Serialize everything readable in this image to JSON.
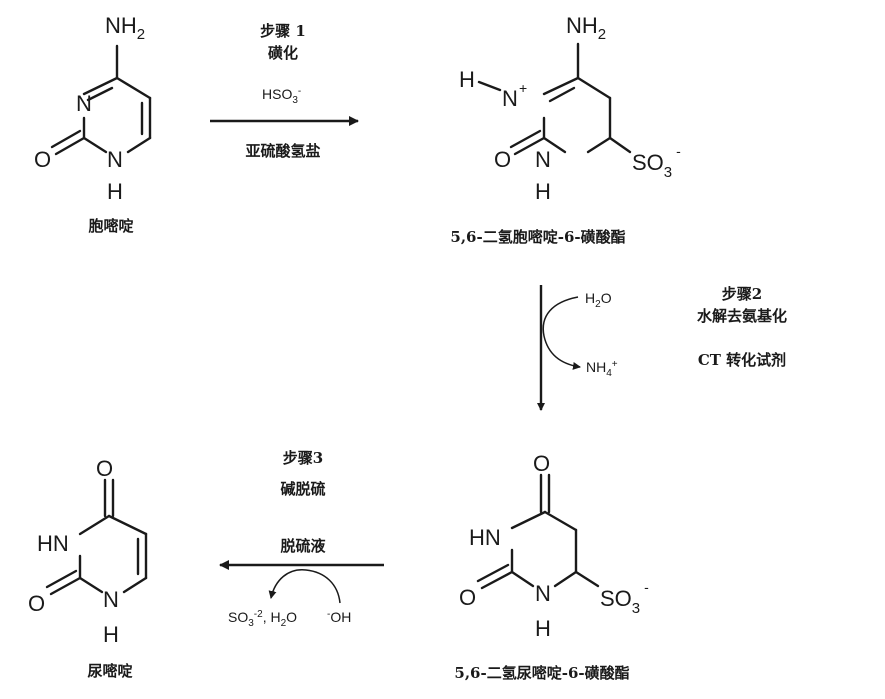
{
  "molecules": {
    "cytosine": {
      "name": "胞嘧啶"
    },
    "cytosine_sulfonate": {
      "name": "5,6-二氢胞嘧啶-6-磺酸酯"
    },
    "uracil_sulfonate": {
      "name": "5,6-二氢尿嘧啶-6-磺酸酯"
    },
    "uracil": {
      "name": "尿嘧啶"
    }
  },
  "atoms": {
    "N": "N",
    "O": "O",
    "H": "H",
    "NH": "NH",
    "HN": "HN",
    "NH2_base": "NH",
    "NH2_sub": "2",
    "SO3_base": "SO",
    "SO3_sub": "3",
    "SO3_charge": "-",
    "plus": "+"
  },
  "steps": {
    "step1": {
      "title": "步骤 1",
      "name": "磺化",
      "reagent": "HSO",
      "reagent_sub": "3",
      "reagent_charge": "-",
      "condition": "亚硫酸氢盐"
    },
    "step2": {
      "title": "步骤2",
      "name": "水解去氨基化",
      "condition": "CT 转化试剂",
      "in_base": "H",
      "in_sub": "2",
      "in_tail": "O",
      "out_base": "NH",
      "out_sub": "4",
      "out_charge": "+"
    },
    "step3": {
      "title": "步骤3",
      "name": "碱脱硫",
      "condition": "脱硫液",
      "out_base": "SO",
      "out_sub": "3",
      "out_charge": "-2",
      "out_tail": ", H",
      "out_sub2": "2",
      "out_tail2": "O",
      "in_charge": "-",
      "in_tail": "OH"
    }
  }
}
